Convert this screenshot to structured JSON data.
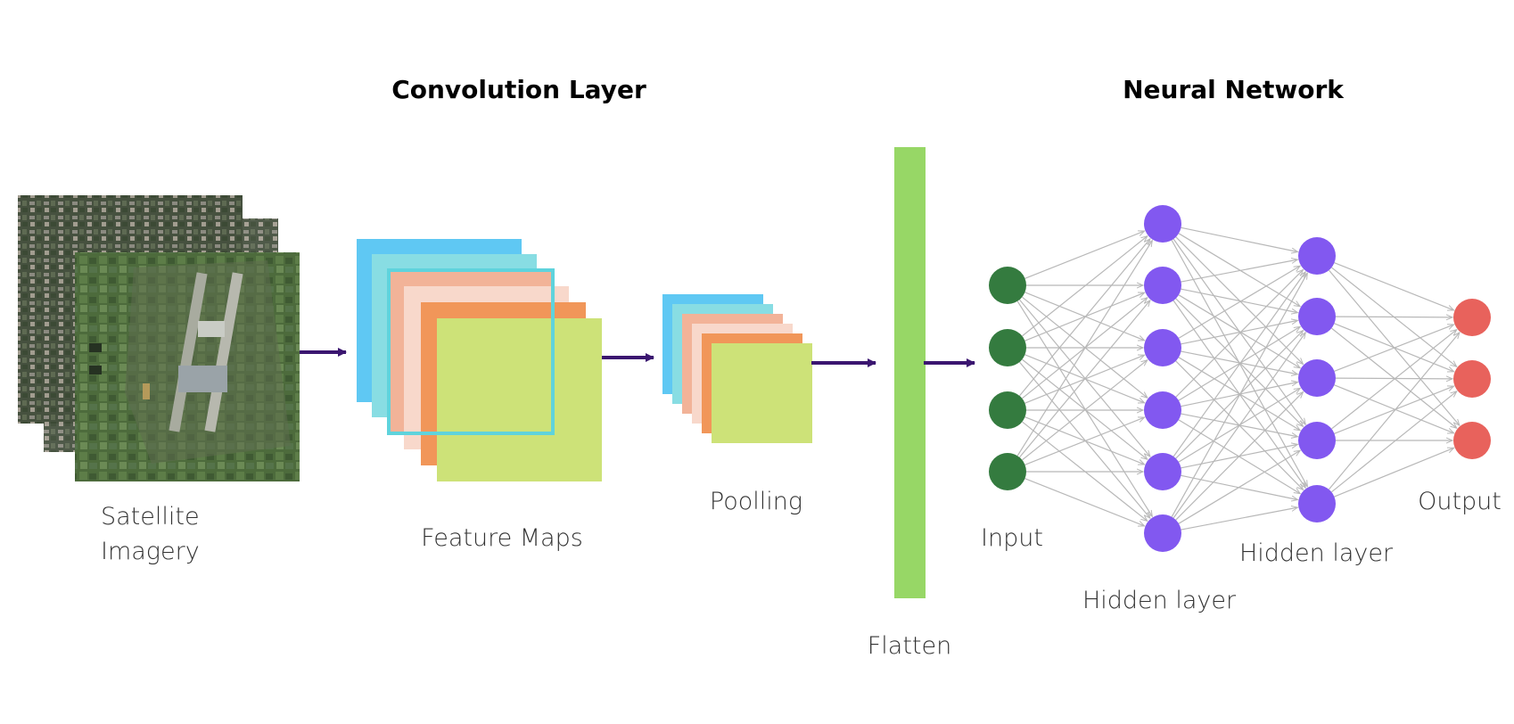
{
  "headings": {
    "convolution": "Convolution Layer",
    "neural_network": "Neural Network"
  },
  "labels": {
    "satellite_line1": "Satellite",
    "satellite_line2": "Imagery",
    "feature_maps": "Feature Maps",
    "pooling": "Poolling",
    "flatten": "Flatten",
    "input": "Input",
    "hidden_layer_1": "Hidden layer",
    "hidden_layer_2": "Hidden layer",
    "output": "Output"
  },
  "colors": {
    "arrow": "#3b1670",
    "flatten_bar": "#97d766",
    "input_node": "#347b3f",
    "hidden_node": "#8258f0",
    "output_node": "#e8625c",
    "edge": "#b8b8b8",
    "map_blue": "#5fc8f3",
    "map_cyan": "#88dde3",
    "map_salmon": "#f2b398",
    "map_pink": "#f8d8cb",
    "map_orange": "#f19659",
    "map_lime": "#cde278",
    "kernel_outline": "#5fd3dc"
  },
  "network": {
    "layer_sizes": [
      4,
      6,
      5,
      3
    ]
  }
}
